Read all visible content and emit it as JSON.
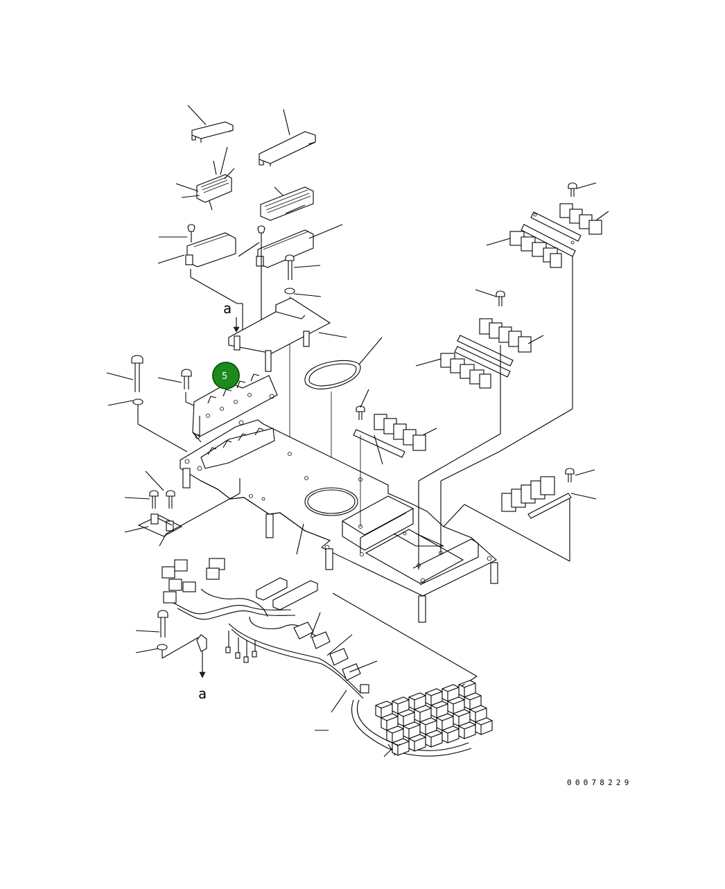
{
  "diagram": {
    "drawing_number": "00078229",
    "reference_marks": {
      "top": "a",
      "bottom": "a"
    },
    "callout": {
      "number": "5",
      "fill": "#1e8a1e",
      "stroke": "#0f5a0f"
    }
  }
}
